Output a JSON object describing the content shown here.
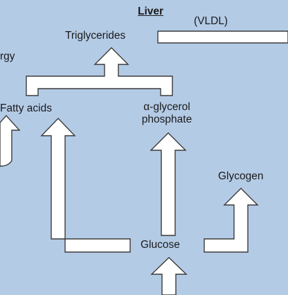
{
  "diagram": {
    "section_title": "Liver",
    "nodes": {
      "triglycerides": "Triglycerides",
      "vldl": "(VLDL)",
      "energy_partial": "rgy",
      "fatty_acids": "Fatty acids",
      "alpha_glycerol_line1": "α-glycerol",
      "alpha_glycerol_line2": "phosphate",
      "glycogen": "Glycogen",
      "glucose": "Glucose"
    }
  },
  "colors": {
    "background": "#b4cbe6",
    "arrow_fill": "#ffffff",
    "arrow_stroke": "#3a3a3a"
  }
}
